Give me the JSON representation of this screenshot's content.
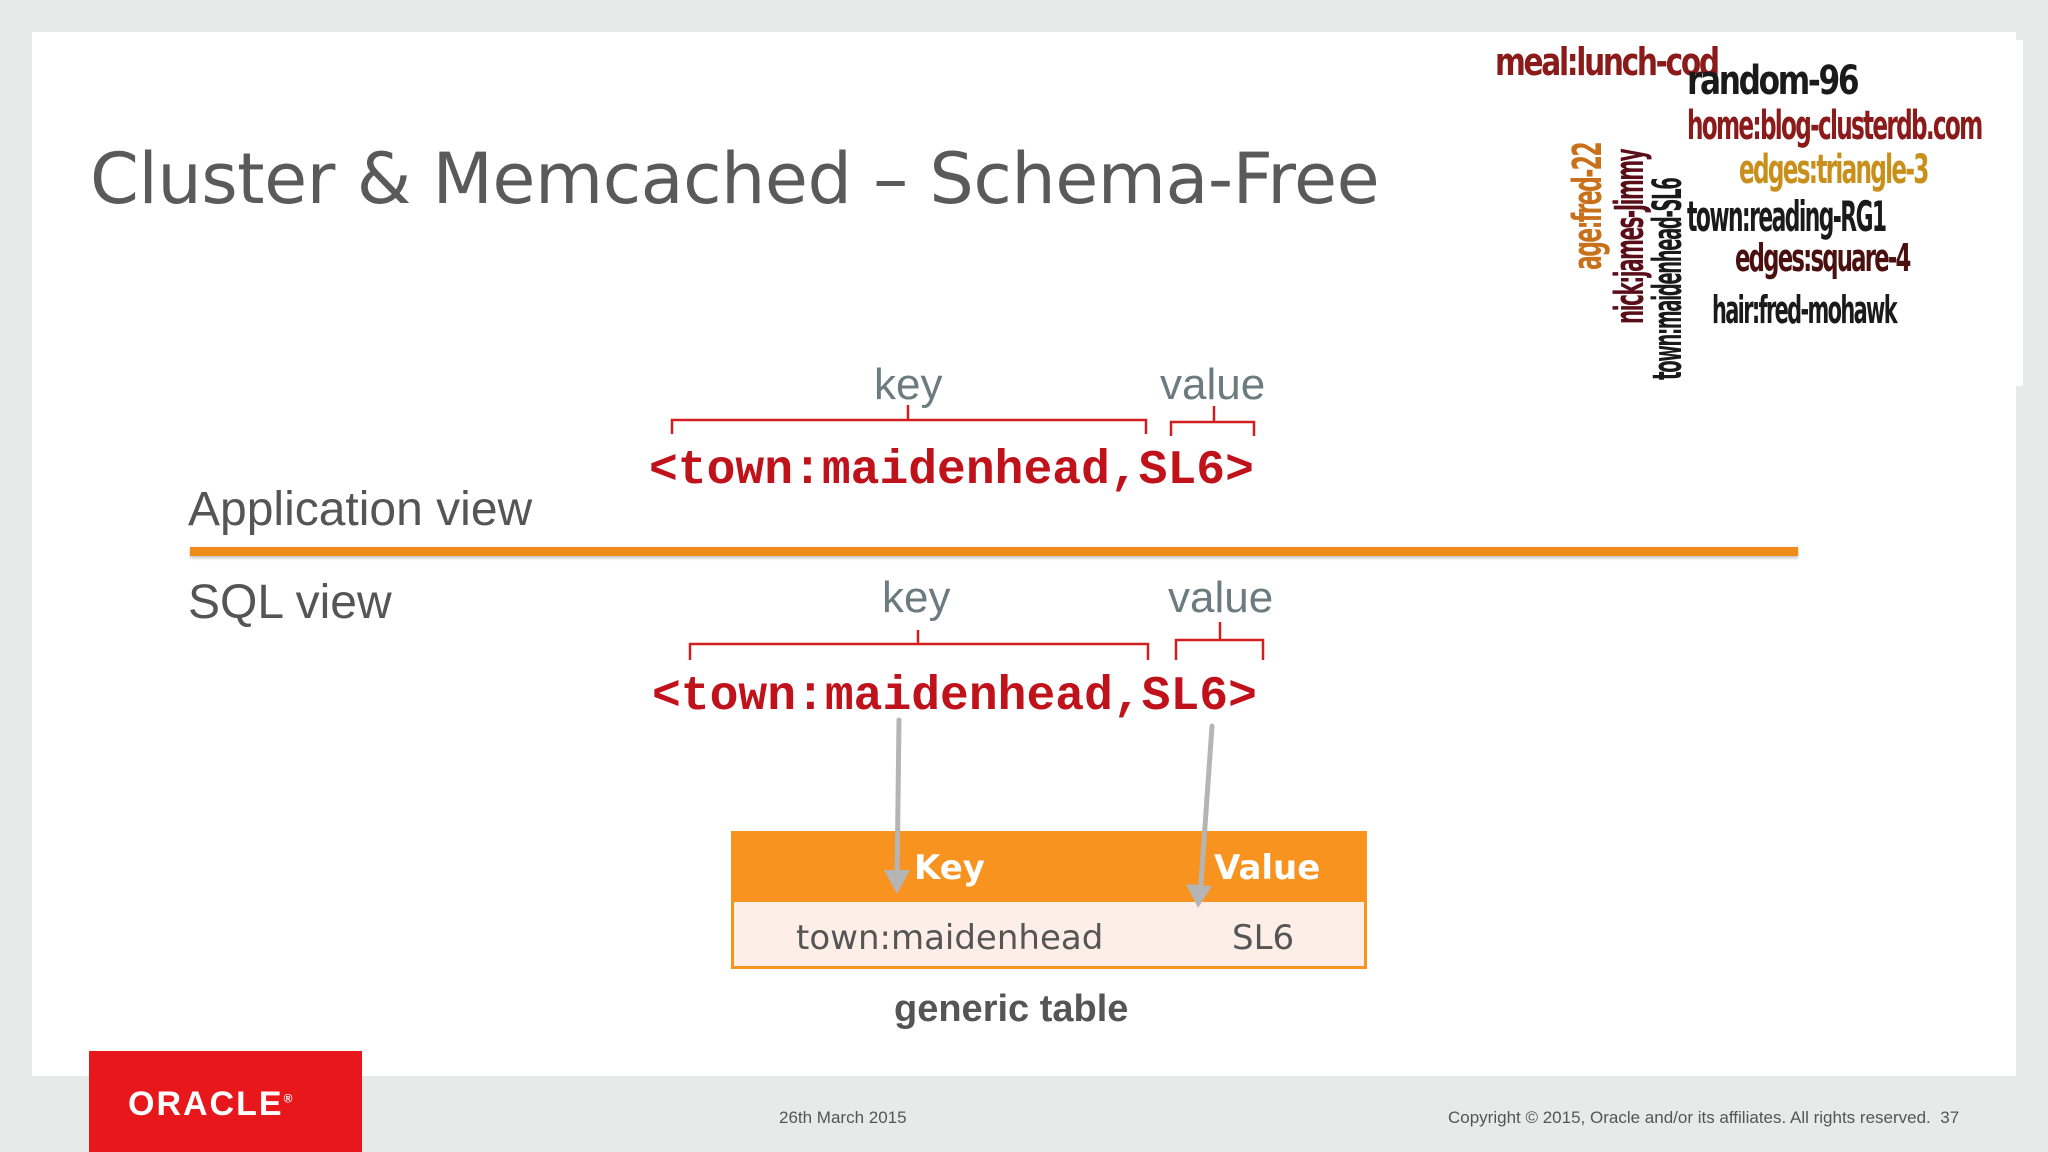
{
  "slide": {
    "title": "Cluster & Memcached – Schema-Free",
    "application_view_label": "Application view",
    "sql_view_label": "SQL view",
    "app_key_label": "key",
    "app_value_label": "value",
    "app_pair": "<town:maidenhead,SL6>",
    "sql_key_label": "key",
    "sql_value_label": "value",
    "sql_pair": "<town:maidenhead,SL6>"
  },
  "generic_table": {
    "headers": [
      "Key",
      "Value"
    ],
    "rows": [
      [
        "town:maidenhead",
        "SL6"
      ]
    ],
    "caption": "generic table"
  },
  "word_cloud": [
    {
      "text": "meal:lunch-cod",
      "color": "#8b1a1a"
    },
    {
      "text": "random-96",
      "color": "#1a1a1a"
    },
    {
      "text": "home:blog-clusterdb.com",
      "color": "#8b1a1a"
    },
    {
      "text": "edges:triangle-3",
      "color": "#c8901a"
    },
    {
      "text": "town:reading-RG1",
      "color": "#1a1a1a"
    },
    {
      "text": "edges:square-4",
      "color": "#4a1010"
    },
    {
      "text": "hair:fred-mohawk",
      "color": "#1a1a1a"
    },
    {
      "text": "age:fred-22",
      "color": "#c8701a"
    },
    {
      "text": "nick:james-Jimmy",
      "color": "#5a0e1a"
    },
    {
      "text": "town:maidenhead-SL6",
      "color": "#1a1a1a"
    }
  ],
  "footer": {
    "date": "26th March 2015",
    "copyright": "Copyright © 2015, Oracle and/or its affiliates. All rights reserved.",
    "page_number": "37",
    "logo_text": "ORACLE",
    "logo_registered": "®"
  },
  "colors": {
    "accent_orange": "#f7931e",
    "code_red": "#c0121a",
    "oracle_red": "#e8171c"
  }
}
